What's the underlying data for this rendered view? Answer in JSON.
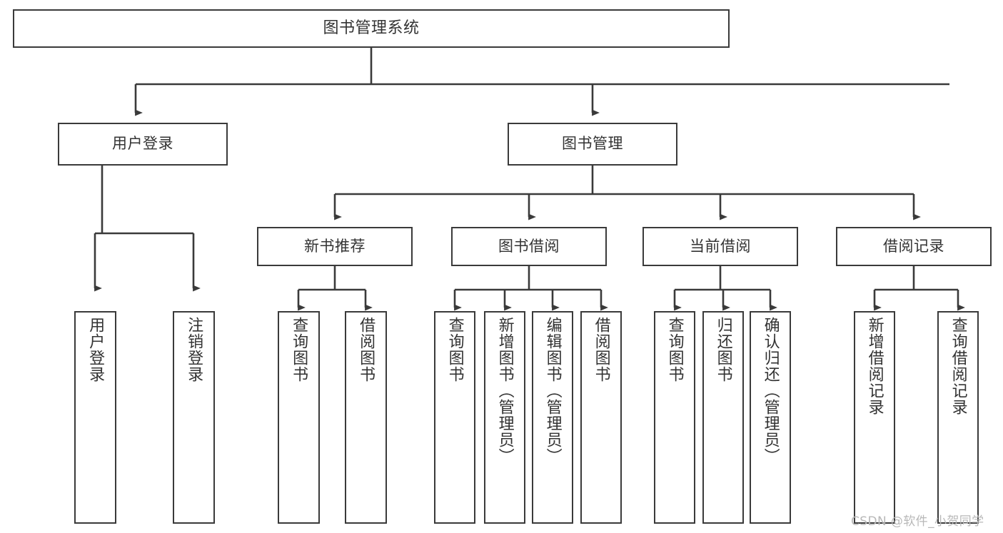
{
  "diagram": {
    "title": "图书管理系统",
    "watermark": "CSDN @软件_小贺同学",
    "colors": {
      "border": "#3a3a3a",
      "text": "#333333",
      "edge": "#3a3a3a",
      "background": "#ffffff",
      "watermark": "#b8b8b8"
    },
    "nodes": {
      "root": {
        "label": "图书管理系统"
      },
      "level2": [
        {
          "label": "用户登录"
        },
        {
          "label": "图书管理"
        }
      ],
      "level3": [
        {
          "label": "新书推荐"
        },
        {
          "label": "图书借阅"
        },
        {
          "label": "当前借阅"
        },
        {
          "label": "借阅记录"
        }
      ],
      "leaves": {
        "user_login": [
          {
            "label": "用户登录"
          },
          {
            "label": "注销登录"
          }
        ],
        "new_book": [
          {
            "label": "查询图书"
          },
          {
            "label": "借阅图书"
          }
        ],
        "book_borrow": [
          {
            "label": "查询图书"
          },
          {
            "label": "新增图书（管理员）"
          },
          {
            "label": "编辑图书（管理员）"
          },
          {
            "label": "借阅图书"
          }
        ],
        "current_borrow": [
          {
            "label": "查询图书"
          },
          {
            "label": "归还图书"
          },
          {
            "label": "确认归还（管理员）"
          }
        ],
        "borrow_record": [
          {
            "label": "新增借阅记录"
          },
          {
            "label": "查询借阅记录"
          }
        ]
      }
    }
  }
}
